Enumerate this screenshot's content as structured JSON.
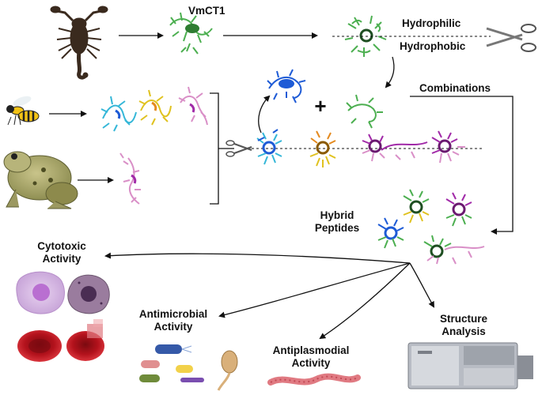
{
  "labels": {
    "vmct1": "VmCT1",
    "hydrophilic": "Hydrophilic",
    "hydrophobic": "Hydrophobic",
    "combinations": "Combinations",
    "hybrid_line1": "Hybrid",
    "hybrid_line2": "Peptides",
    "cytotoxic_line1": "Cytotoxic",
    "cytotoxic_line2": "Activity",
    "antimicrobial_line1": "Antimicrobial",
    "antimicrobial_line2": "Activity",
    "antiplasmodial_line1": "Antiplasmodial",
    "antiplasmodial_line2": "Activity",
    "structure_line1": "Structure",
    "structure_line2": "Analysis",
    "plus": "+"
  },
  "colors": {
    "vmct1_green": "#4caf50",
    "blue_peptide": "#1e5bd6",
    "cyan_peptide": "#35b7d8",
    "orange_peptide": "#e48a1e",
    "yellow_peptide": "#e0c21f",
    "magenta_peptide": "#a12aa8",
    "pink_peptide": "#d98fc7",
    "blood_red": "#b3121c",
    "cell_lilac": "#d9b8e6"
  },
  "icons": [
    "scorpion-icon",
    "wasp-icon",
    "frog-icon",
    "scissors-icon",
    "cell-icon",
    "red-blood-cell-icon",
    "bacteria-icon",
    "parasite-icon",
    "spectrometer-icon"
  ]
}
